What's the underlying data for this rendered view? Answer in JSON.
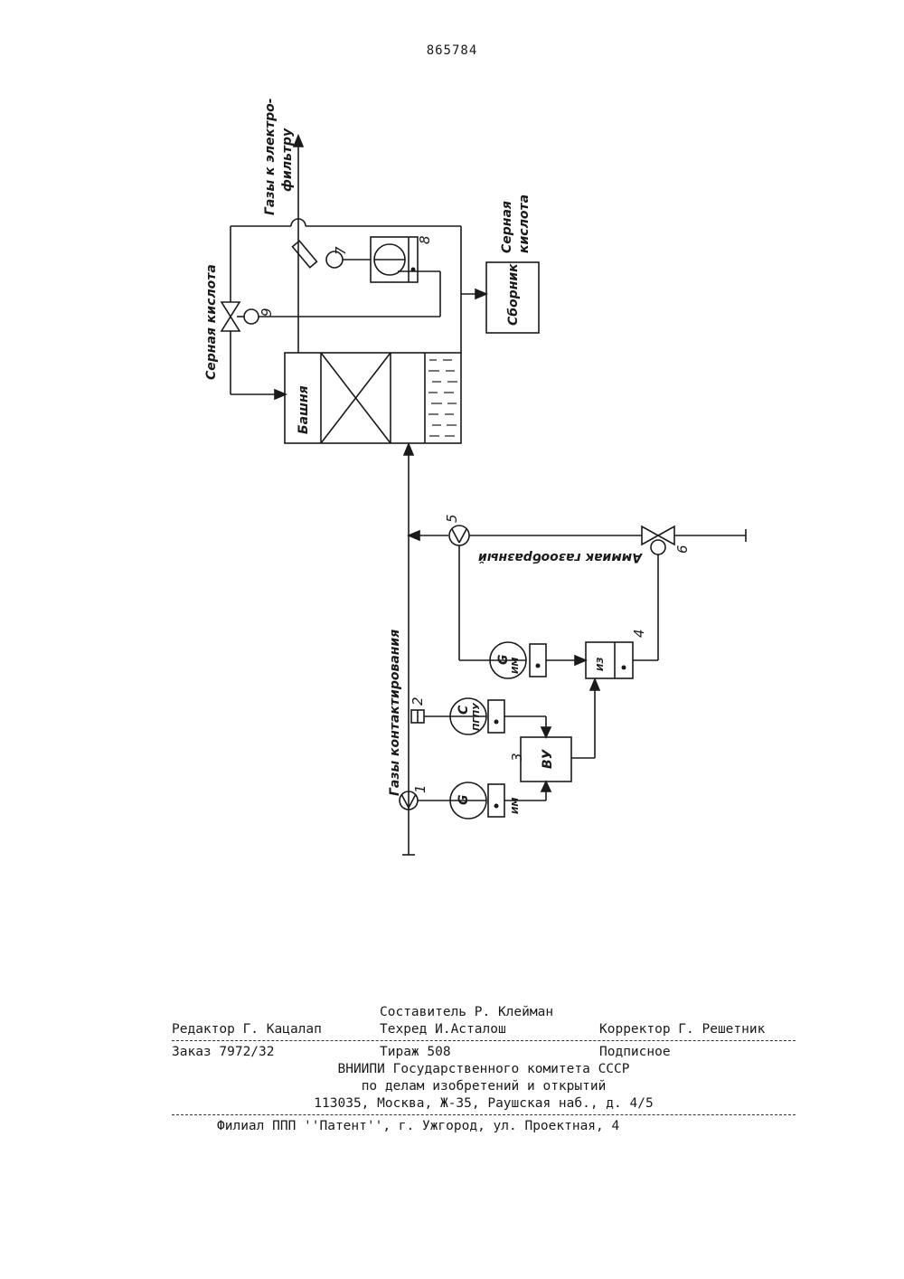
{
  "doc_number": "865784",
  "diagram": {
    "labels": {
      "gases_to_filter": "Газы к электро-",
      "gases_to_filter_2": "фильтру",
      "sulfuric_acid_left": "Серная кислота",
      "sulfuric_acid_right_1": "Серная",
      "sulfuric_acid_right_2": "кислота",
      "collector": "Сборник",
      "tower": "Башня",
      "ammonia": "Аммиак газообразный",
      "contact_gases": "Газы контактирования",
      "vu": "ВУ",
      "im": "ИМ",
      "iz": "ИЗ",
      "g": "G",
      "c": "C",
      "pgpu": "ПГПУ"
    },
    "numbers": [
      "1",
      "2",
      "3",
      "4",
      "5",
      "6",
      "7",
      "8",
      "9"
    ]
  },
  "colophon": {
    "compiler": "Составитель Р. Клейман",
    "editor": "Редактор Г. Кацалап",
    "techred": "Техред И.Асталош",
    "corrector": "Корректор Г. Решетник",
    "order": "Заказ 7972/32",
    "circulation": "Тираж 508",
    "subscription": "Подписное",
    "org_line1": "ВНИИПИ Государственного комитета СССР",
    "org_line2": "по делам изобретений и открытий",
    "address": "113035, Москва, Ж-35, Раушская наб., д. 4/5",
    "branch": "Филиал ППП ''Патент'', г. Ужгород, ул. Проектная, 4"
  }
}
